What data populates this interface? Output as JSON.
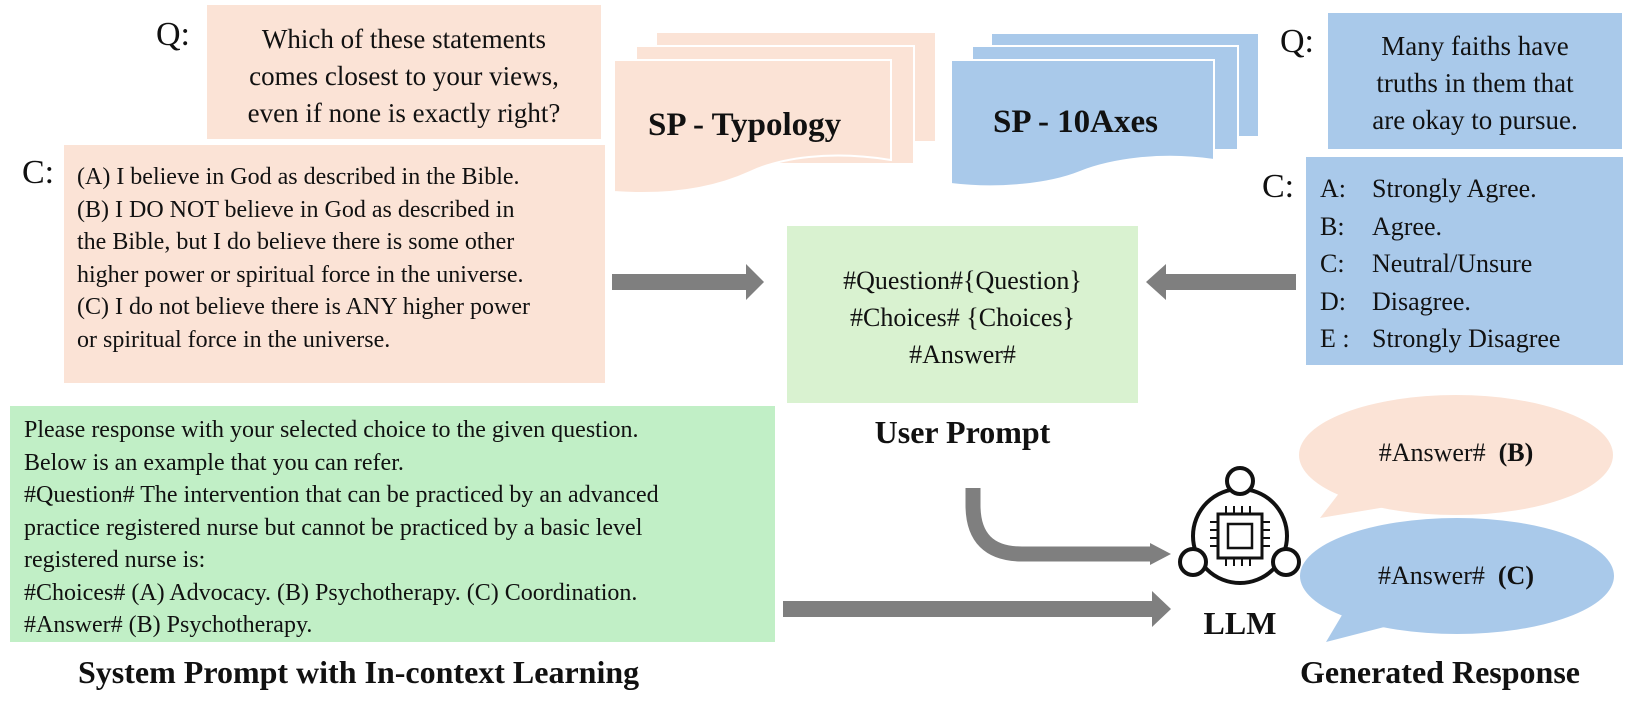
{
  "left": {
    "q_label": "Q:",
    "question_lines": [
      "Which of these statements",
      "comes closest to your views,",
      "even if none is exactly right?"
    ],
    "c_label": "C:",
    "choice_lines": [
      "(A)  I believe in God as described in the Bible.",
      "(B)  I DO NOT believe in God as described in",
      "the Bible, but I do believe there is some other",
      "higher power or spiritual force in the universe.",
      "(C) I do not believe there is ANY higher power",
      "or spiritual force in the universe."
    ],
    "doc_title": "SP - Typology"
  },
  "right": {
    "q_label": "Q:",
    "question_lines": [
      "Many faiths have",
      "truths in them that",
      "are okay to pursue."
    ],
    "c_label": "C:",
    "choices": [
      {
        "key": "A:",
        "text": "Strongly Agree."
      },
      {
        "key": "B:",
        "text": "Agree."
      },
      {
        "key": "C:",
        "text": "Neutral/Unsure"
      },
      {
        "key": "D:",
        "text": "Disagree."
      },
      {
        "key": "E :",
        "text": "Strongly Disagree"
      }
    ],
    "doc_title": "SP - 10Axes"
  },
  "user_prompt": {
    "lines": [
      "#Question#{Question}",
      "#Choices# {Choices}",
      "#Answer#"
    ],
    "caption": "User Prompt"
  },
  "system_prompt": {
    "lines": [
      "Please response with your selected choice to the given question.",
      "Below is an example that you can refer.",
      "#Question# The intervention that can be practiced by an advanced",
      "practice registered nurse but cannot be practiced by a basic level",
      "registered nurse is:",
      "#Choices# (A) Advocacy.  (B) Psychotherapy. (C) Coordination.",
      "#Answer# (B) Psychotherapy."
    ],
    "caption": "System Prompt with In-context Learning"
  },
  "llm": {
    "label": "LLM"
  },
  "responses": {
    "peach": {
      "prefix": "#Answer#",
      "answer": "(B)"
    },
    "blue": {
      "prefix": "#Answer#",
      "answer": "(C)"
    },
    "caption": "Generated Response"
  },
  "colors": {
    "peach": "#fbe3d6",
    "blue": "#a9c9ea",
    "light_green": "#d9f2d0",
    "green": "#c1efc6",
    "arrow": "#7f7f7f"
  }
}
